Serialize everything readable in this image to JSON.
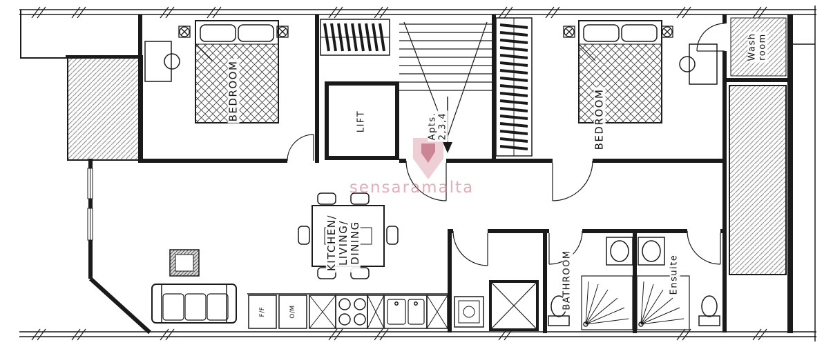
{
  "watermark": {
    "text": "sensaramalta",
    "color": "#d98b97"
  },
  "labels": {
    "bedroom_left": "BEDROOM",
    "bedroom_right": "BEDROOM",
    "lift": "LIFT",
    "stairs_line1": "Apts.",
    "stairs_line2": "2,3,4",
    "washroom_line1": "Wash",
    "washroom_line2": "room",
    "kitchen_line1": "KITCHEN/",
    "kitchen_line2": "LIVING/",
    "kitchen_line3": "DINING",
    "bathroom": "BATHROOM",
    "ensuite": "Ensuite",
    "fridge_freezer": "F/F",
    "oven_microwave": "O/M"
  },
  "colors": {
    "ink": "#1a1a1a",
    "hatch": "#9a9a9a",
    "watermark_pink": "#d98b97"
  }
}
